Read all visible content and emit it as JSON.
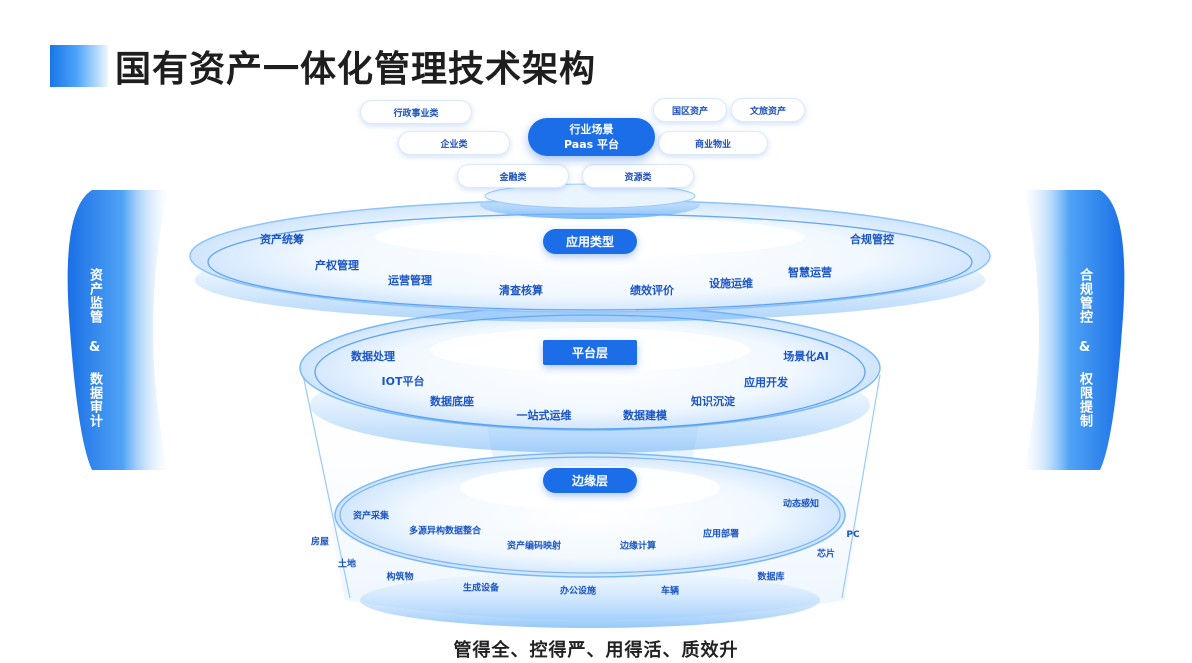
{
  "title": "国有资产一体化管理技术架构",
  "top": {
    "center_line1": "行业场景",
    "center_line2": "Paas  平台",
    "pills": [
      "行政事业类",
      "企业类",
      "金融类",
      "资源类",
      "国区资产",
      "文旅资产",
      "商业物业"
    ]
  },
  "application": {
    "label": "应用类型",
    "items": [
      "资产统筹",
      "产权管理",
      "运营管理",
      "清查核算",
      "绩效评价",
      "设施运维",
      "智慧运营",
      "合规管控"
    ]
  },
  "platform": {
    "label": "平台层",
    "items": [
      "数据处理",
      "IOT平台",
      "数据底座",
      "一站式运维",
      "数据建模",
      "知识沉淀",
      "应用开发",
      "场景化AI"
    ]
  },
  "edge": {
    "label": "边缘层",
    "items": [
      "资产采集",
      "多源异构数据整合",
      "资产编码映射",
      "边缘计算",
      "应用部署",
      "动态感知"
    ],
    "bottom_items": [
      "房屋",
      "土地",
      "构筑物",
      "生成设备",
      "办公设施",
      "车辆",
      "数据库",
      "芯片",
      "PC"
    ]
  },
  "left_side": "资产监管 & 数据审计",
  "right_side": "合规管控 & 权限提制",
  "footer": "管得全、控得严、用得活、质效升",
  "colors": {
    "accent": "#1c6ee8",
    "label": "#1c55c4"
  }
}
